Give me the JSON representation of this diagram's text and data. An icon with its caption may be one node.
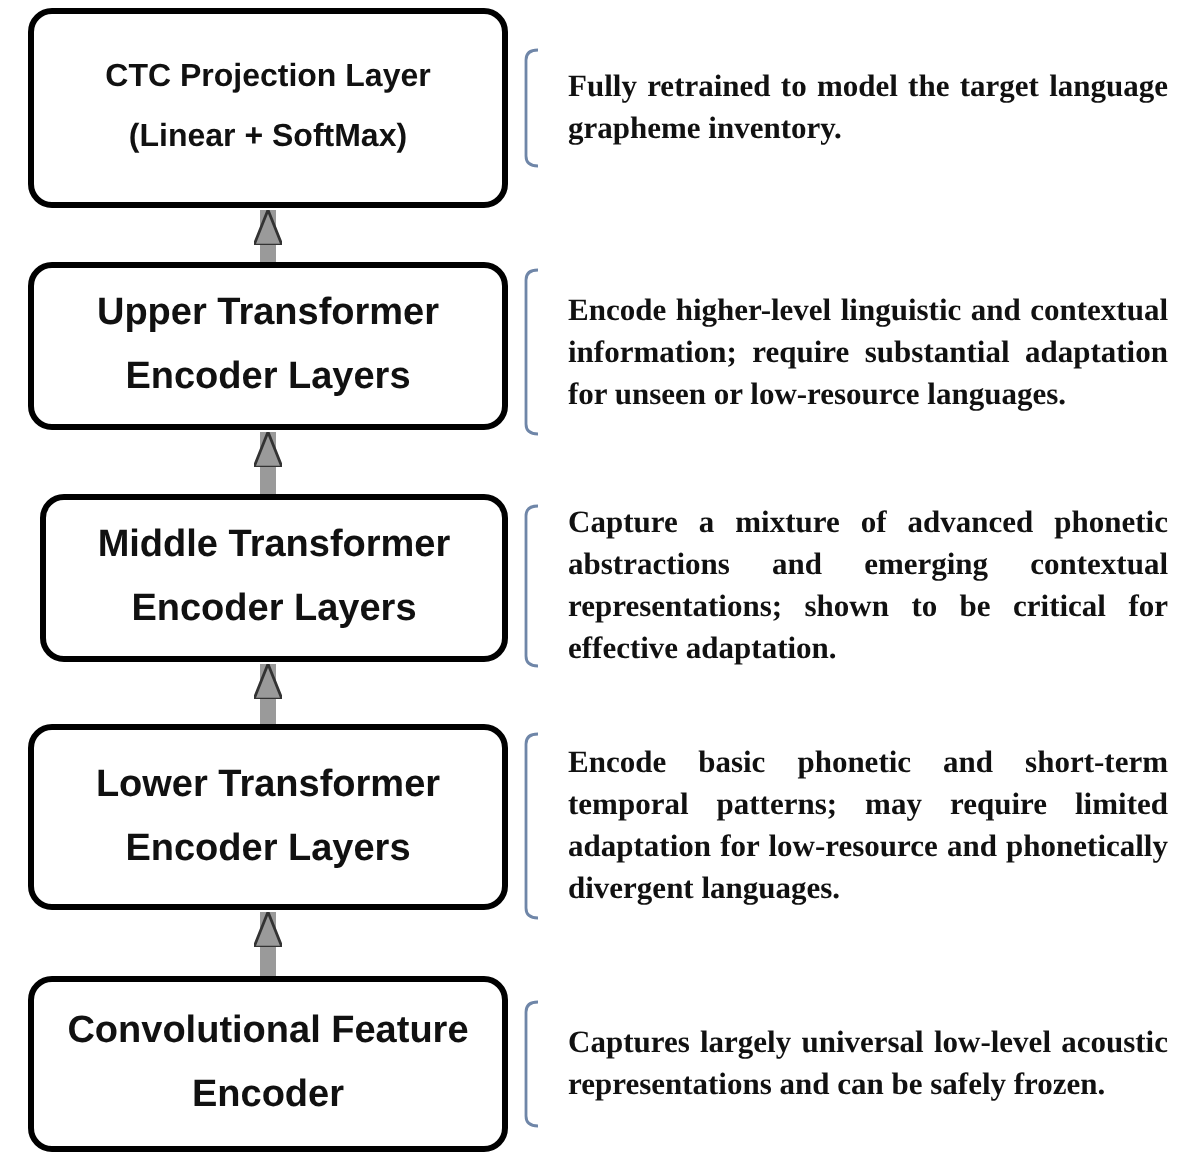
{
  "diagram": {
    "nodes": [
      {
        "text": [
          "CTC Projection Layer (Linear + SoftMax)"
        ],
        "beside": [
          "Fully retrained to model the target language grapheme inventory."
        ]
      },
      {
        "text": [
          "Upper Transformer Encoder Layers"
        ],
        "beside": [
          "Encode higher-level linguistic and contextual information; require substantial adaptation for unseen or low-resource languages."
        ]
      },
      {
        "text": [
          "Middle Transformer Encoder Layers"
        ],
        "beside": [
          "Capture a mixture of advanced phonetic abstractions and emerging contextual representations; shown to be critical for effective adaptation."
        ]
      },
      {
        "text": [
          "Lower Transformer Encoder Layers"
        ],
        "beside": [
          "Encode basic phonetic and short-term temporal patterns; may require limited adaptation for low-resource and phonetically divergent languages."
        ]
      },
      {
        "text": [
          "Convolutional Feature Encoder"
        ],
        "beside": [
          "Captures largely universal low-level acoustic representations and can be safely frozen."
        ]
      }
    ],
    "edges": [
      {
        "from": 4,
        "to": 3,
        "arrow": "to"
      },
      {
        "from": 3,
        "to": 2,
        "arrow": "to"
      },
      {
        "from": 2,
        "to": 1,
        "arrow": "to"
      },
      {
        "from": 1,
        "to": 0,
        "arrow": "to"
      }
    ]
  }
}
